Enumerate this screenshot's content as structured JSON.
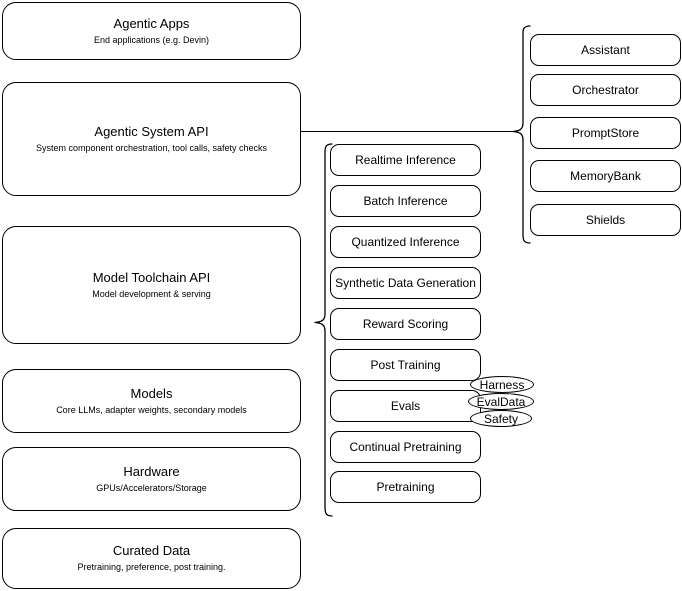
{
  "diagram": {
    "title": "Agentic AI Stack Architecture Diagram",
    "line_color": "#000000",
    "background_color": "#ffffff",
    "box_fill": "#ffffff"
  },
  "layers": [
    {
      "name": "agentic-apps",
      "title": "Agentic Apps",
      "subtitle": "End applications (e.g. Devin)"
    },
    {
      "name": "agentic-system-api",
      "title": "Agentic System API",
      "subtitle": "System component orchestration, tool calls, safety checks"
    },
    {
      "name": "model-toolchain-api",
      "title": "Model Toolchain API",
      "subtitle": "Model development & serving"
    },
    {
      "name": "models",
      "title": "Models",
      "subtitle": "Core LLMs, adapter weights, secondary models"
    },
    {
      "name": "hardware",
      "title": "Hardware",
      "subtitle": "GPUs/Accelerators/Storage"
    },
    {
      "name": "curated-data",
      "title": "Curated Data",
      "subtitle": "Pretraining, preference, post training."
    }
  ],
  "toolchain_components": [
    {
      "name": "realtime-inference",
      "label": "Realtime Inference"
    },
    {
      "name": "batch-inference",
      "label": "Batch Inference"
    },
    {
      "name": "quantized-inference",
      "label": "Quantized Inference"
    },
    {
      "name": "synthetic-data-generation",
      "label": "Synthetic Data Generation"
    },
    {
      "name": "reward-scoring",
      "label": "Reward Scoring"
    },
    {
      "name": "post-training",
      "label": "Post Training"
    },
    {
      "name": "evals",
      "label": "Evals"
    },
    {
      "name": "continual-pretraining",
      "label": "Continual Pretraining"
    },
    {
      "name": "pretraining",
      "label": "Pretraining"
    }
  ],
  "evals_tags": [
    {
      "name": "harness",
      "label": "Harness"
    },
    {
      "name": "evaldata",
      "label": "EvalData"
    },
    {
      "name": "safety",
      "label": "Safety"
    }
  ],
  "system_components": [
    {
      "name": "assistant",
      "label": "Assistant"
    },
    {
      "name": "orchestrator",
      "label": "Orchestrator"
    },
    {
      "name": "promptstore",
      "label": "PromptStore"
    },
    {
      "name": "memorybank",
      "label": "MemoryBank"
    },
    {
      "name": "shields",
      "label": "Shields"
    }
  ]
}
